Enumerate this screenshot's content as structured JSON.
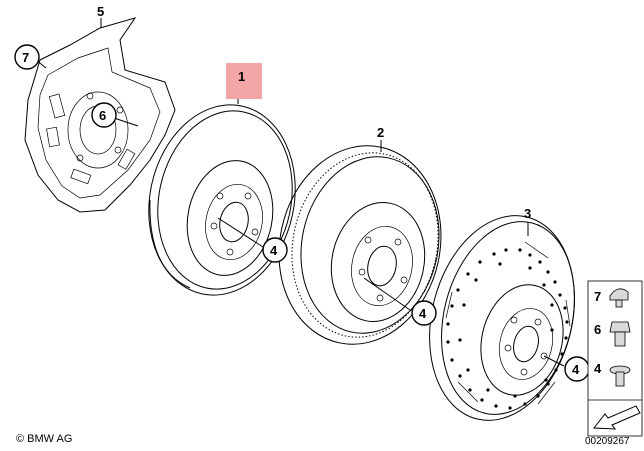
{
  "parts": {
    "brake_disc_1": "1",
    "brake_disc_2": "2",
    "brake_disc_3": "3",
    "screw_4": "4",
    "dust_shield_5": "5",
    "screw_6": "6",
    "bolt_7": "7"
  },
  "legend": {
    "row_7": "7",
    "row_6": "6",
    "row_4": "4"
  },
  "highlight_color": "#f4a6a6",
  "footer": {
    "copyright": "© BMW AG",
    "diagram_id": "00209267"
  }
}
